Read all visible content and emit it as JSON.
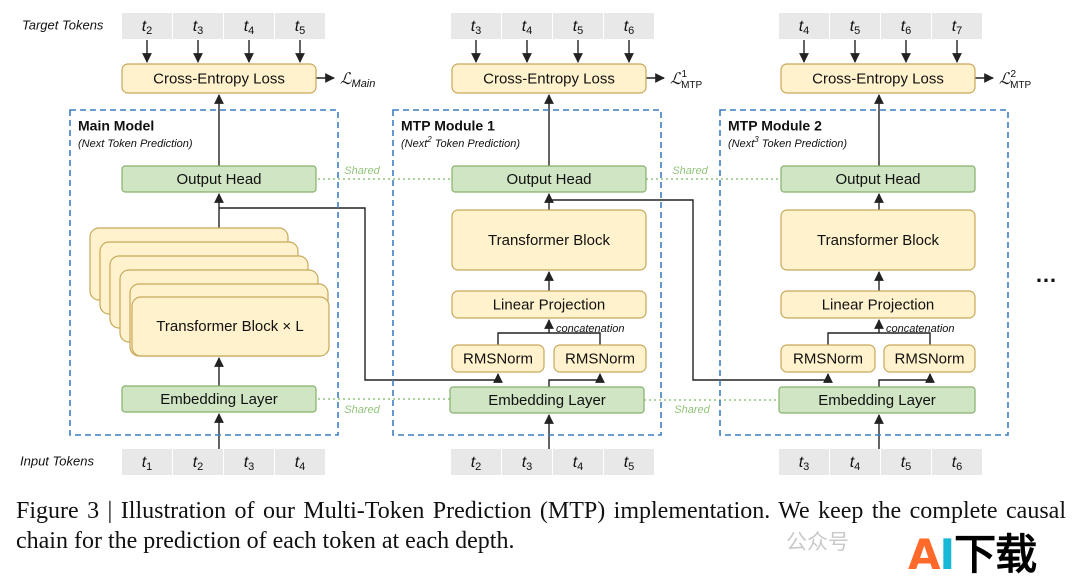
{
  "labels": {
    "target_tokens": "Target Tokens",
    "input_tokens": "Input Tokens",
    "shared": "Shared",
    "concatenation": "concatenation",
    "ellipsis": "…"
  },
  "columns": [
    {
      "title": "Main Model",
      "subtitle": "(Next Token Prediction)",
      "loss_label": "Cross-Entropy Loss",
      "loss_symbol": "ℒ",
      "loss_sub": "Main",
      "loss_sup": "",
      "output_head": "Output Head",
      "embedding": "Embedding Layer",
      "transformer": "Transformer Block × L",
      "target_tokens": [
        {
          "t": "t",
          "s": "2"
        },
        {
          "t": "t",
          "s": "3"
        },
        {
          "t": "t",
          "s": "4"
        },
        {
          "t": "t",
          "s": "5"
        }
      ],
      "input_tokens": [
        {
          "t": "t",
          "s": "1"
        },
        {
          "t": "t",
          "s": "2"
        },
        {
          "t": "t",
          "s": "3"
        },
        {
          "t": "t",
          "s": "4"
        }
      ]
    },
    {
      "title": "MTP Module 1",
      "subtitle_pre": "(Next",
      "subtitle_sup": "2",
      "subtitle_post": " Token Prediction)",
      "loss_label": "Cross-Entropy Loss",
      "loss_symbol": "ℒ",
      "loss_sub": "MTP",
      "loss_sup": "1",
      "output_head": "Output Head",
      "embedding": "Embedding Layer",
      "transformer": "Transformer Block",
      "linear": "Linear Projection",
      "rms1": "RMSNorm",
      "rms2": "RMSNorm",
      "target_tokens": [
        {
          "t": "t",
          "s": "3"
        },
        {
          "t": "t",
          "s": "4"
        },
        {
          "t": "t",
          "s": "5"
        },
        {
          "t": "t",
          "s": "6"
        }
      ],
      "input_tokens": [
        {
          "t": "t",
          "s": "2"
        },
        {
          "t": "t",
          "s": "3"
        },
        {
          "t": "t",
          "s": "4"
        },
        {
          "t": "t",
          "s": "5"
        }
      ]
    },
    {
      "title": "MTP Module 2",
      "subtitle_pre": "(Next",
      "subtitle_sup": "3",
      "subtitle_post": " Token Prediction)",
      "loss_label": "Cross-Entropy Loss",
      "loss_symbol": "ℒ",
      "loss_sub": "MTP",
      "loss_sup": "2",
      "output_head": "Output Head",
      "embedding": "Embedding Layer",
      "transformer": "Transformer Block",
      "linear": "Linear Projection",
      "rms1": "RMSNorm",
      "rms2": "RMSNorm",
      "target_tokens": [
        {
          "t": "t",
          "s": "4"
        },
        {
          "t": "t",
          "s": "5"
        },
        {
          "t": "t",
          "s": "6"
        },
        {
          "t": "t",
          "s": "7"
        }
      ],
      "input_tokens": [
        {
          "t": "t",
          "s": "3"
        },
        {
          "t": "t",
          "s": "4"
        },
        {
          "t": "t",
          "s": "5"
        },
        {
          "t": "t",
          "s": "6"
        }
      ]
    }
  ],
  "caption": "Figure 3 | Illustration of our Multi-Token Prediction (MTP) implementation. We keep the complete causal chain for the prediction of each token at each depth.",
  "watermark": "公众号",
  "brand": {
    "a": "A",
    "i": "I",
    "rest": "下载"
  },
  "colors": {
    "yellow_fill": "#fff2cc",
    "yellow_stroke": "#c8a85a",
    "green_fill": "#cfe5c3",
    "green_stroke": "#86b06c",
    "token_bg": "#e8e8e8",
    "dash_blue": "#3d7fc1",
    "shared_green": "#93c47d"
  }
}
